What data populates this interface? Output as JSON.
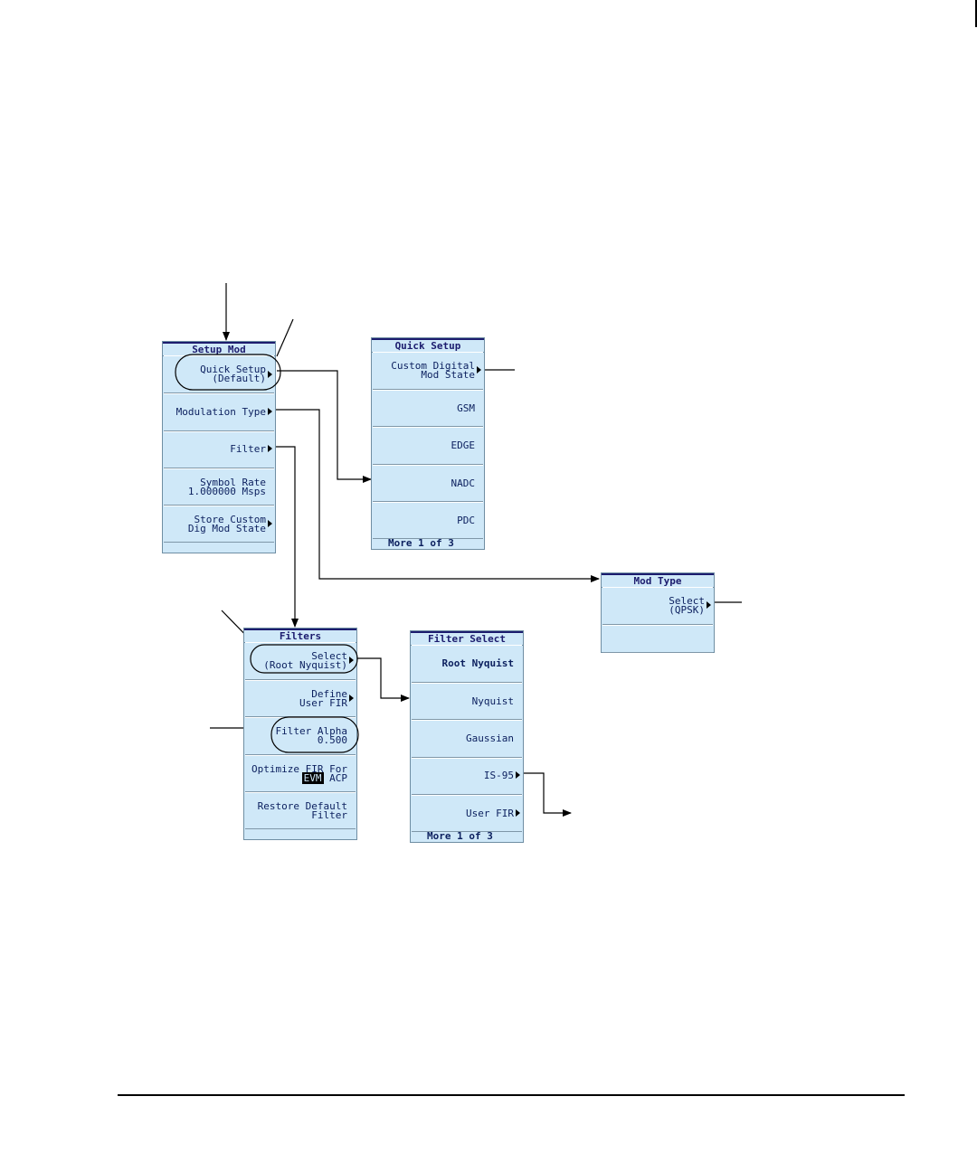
{
  "setup_mod": {
    "title": "Setup Mod",
    "keys": [
      {
        "line1": "Quick Setup",
        "line2": "(Default)"
      },
      {
        "line1": "Modulation Type",
        "line2": ""
      },
      {
        "line1": "Filter",
        "line2": ""
      },
      {
        "line1": "Symbol Rate",
        "line2": "1.000000 Msps"
      },
      {
        "line1": "Store Custom",
        "line2": "Dig Mod State"
      }
    ]
  },
  "quick_setup": {
    "title": "Quick Setup",
    "keys": [
      {
        "line1": "Custom Digital",
        "line2": "Mod State"
      },
      {
        "line1": "GSM",
        "line2": ""
      },
      {
        "line1": "EDGE",
        "line2": ""
      },
      {
        "line1": "NADC",
        "line2": ""
      },
      {
        "line1": "PDC",
        "line2": ""
      }
    ],
    "footer": "More 1 of 3"
  },
  "mod_type": {
    "title": "Mod Type",
    "keys": [
      {
        "line1": "Select",
        "line2": "(QPSK)"
      }
    ]
  },
  "filters": {
    "title": "Filters",
    "keys": [
      {
        "line1": "Select",
        "line2": "(Root Nyquist)"
      },
      {
        "line1": "Define",
        "line2": "User FIR"
      },
      {
        "line1": "Filter Alpha",
        "line2": "0.500"
      },
      {
        "line1": "Optimize FIR For",
        "line2_highlight": "EVM",
        "line2_rest": " ACP"
      },
      {
        "line1": "Restore Default",
        "line2": "Filter"
      }
    ]
  },
  "filter_select": {
    "title": "Filter Select",
    "keys": [
      {
        "line1": "Root Nyquist",
        "line2": ""
      },
      {
        "line1": "Nyquist",
        "line2": ""
      },
      {
        "line1": "Gaussian",
        "line2": ""
      },
      {
        "line1": "IS-95",
        "line2": ""
      },
      {
        "line1": "User FIR",
        "line2": ""
      }
    ],
    "footer": "More 1 of 3"
  }
}
